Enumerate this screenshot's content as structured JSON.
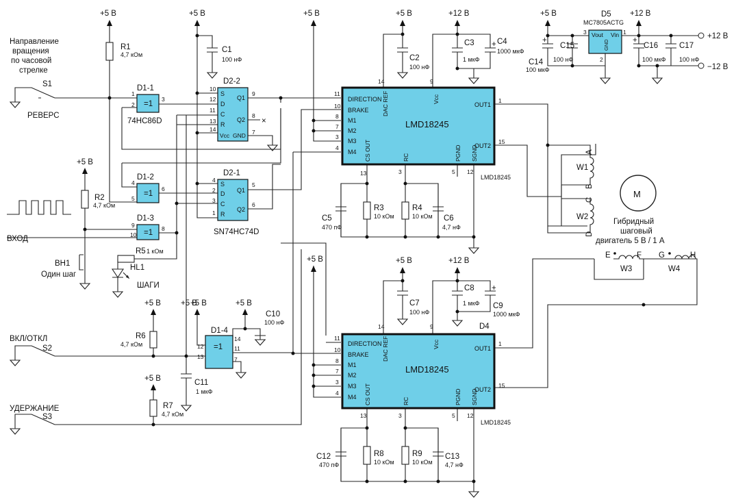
{
  "supply": {
    "p5": "+5 В",
    "p12": "+12 В",
    "m12": "−12 В"
  },
  "chips": {
    "d1_1": "D1-1",
    "d1_2": "D1-2",
    "d1_3": "D1-3",
    "d1_4": "D1-4",
    "xor": "=1",
    "part_74hc86": "74HC86D",
    "d2_2": "D2-2",
    "d2_1": "D2-1",
    "part_74hc74": "SN74HC74D",
    "ff_pins": {
      "s": "S",
      "d": "D",
      "c": "C",
      "r": "R",
      "q1": "Q1",
      "q2": "Q2",
      "vcc": "Vcc",
      "gnd": "GND"
    },
    "d4": "D4",
    "lmd_name": "LMD18245",
    "lmd_pins": {
      "direction": "DIRECTION",
      "brake": "BRAKE",
      "m1": "M1",
      "m2": "M2",
      "m3": "M3",
      "m4": "M4",
      "dacref": "DAC REF",
      "vcc": "Vcc",
      "out1": "OUT1",
      "out2": "OUT2",
      "csout": "CS OUT",
      "rc": "RC",
      "pgnd": "PGND",
      "sgnd": "SGND"
    },
    "d5": "D5",
    "reg_part": "MC7805ACTG",
    "reg_vout": "Vout",
    "reg_vin": "Vin",
    "reg_gnd": "GND"
  },
  "resistors": {
    "r1": "R1",
    "r1_val": "4,7 кОм",
    "r2": "R2",
    "r2_val": "4,7 кОм",
    "r3": "R3",
    "r3_val": "10 кОм",
    "r4": "R4",
    "r4_val": "10 кОм",
    "r5": "R5",
    "r5_val": "1 кОм",
    "r6": "R6",
    "r6_val": "4,7 кОм",
    "r7": "R7",
    "r7_val": "4,7 кОм",
    "r8": "R8",
    "r8_val": "10 кОм",
    "r9": "R9",
    "r9_val": "10 кОм"
  },
  "capacitors": {
    "c1": "C1",
    "c1_val": "100 нФ",
    "c2": "C2",
    "c2_val": "100 нФ",
    "c3": "C3",
    "c3_val": "1 мкФ",
    "c4": "C4",
    "c4_val": "1000 мкФ",
    "c5": "C5",
    "c5_val": "470 пФ",
    "c6": "C6",
    "c6_val": "4,7 нФ",
    "c7": "C7",
    "c7_val": "100 нФ",
    "c8": "C8",
    "c8_val": "1 мкФ",
    "c9": "C9",
    "c9_val": "1000 мкФ",
    "c10": "C10",
    "c10_val": "100 нФ",
    "c11": "C11",
    "c11_val": "1 мкФ",
    "c12": "C12",
    "c12_val": "470 пФ",
    "c13": "C13",
    "c13_val": "4,7 нФ",
    "c14": "C14",
    "c14_val": "100 мкФ",
    "c15": "C15",
    "c15_val": "100 нФ",
    "c16": "C16",
    "c16_val": "100 мкФ",
    "c17": "C17",
    "c17_val": "100 нФ",
    "plus": "+"
  },
  "switches": {
    "s1": "S1",
    "s1_line1": "Направление",
    "s1_line2": "вращения",
    "s1_line3": "по часовой",
    "s1_line4": "стрелке",
    "s1_state": "РЕВЕРС",
    "s2": "S2",
    "s2_label": "ВКЛ/ОТКЛ",
    "s3": "S3",
    "s3_label": "УДЕРЖАНИЕ",
    "bh1": "BH1",
    "bh1_label": "Один шаг"
  },
  "io": {
    "input": "ВХОД",
    "hl1": "HL1",
    "steps": "ШАГИ"
  },
  "motor": {
    "symbol": "M",
    "line1": "Гибридный",
    "line2": "шаговый",
    "line3": "двигатель 5 В / 1 А",
    "w1": "W1",
    "w2": "W2",
    "w3": "W3",
    "w4": "W4",
    "a": "A",
    "b": "B",
    "c": "C",
    "d": "D",
    "e": "E",
    "f": "F",
    "g": "G",
    "h": "H"
  },
  "pins": {
    "p1": "1",
    "p2": "2",
    "p3": "3",
    "p4": "4",
    "p5": "5",
    "p6": "6",
    "p7": "7",
    "p8": "8",
    "p9": "9",
    "p10": "10",
    "p11": "11",
    "p12": "12",
    "p13": "13",
    "p14": "14",
    "p15": "15",
    "x": "×"
  }
}
